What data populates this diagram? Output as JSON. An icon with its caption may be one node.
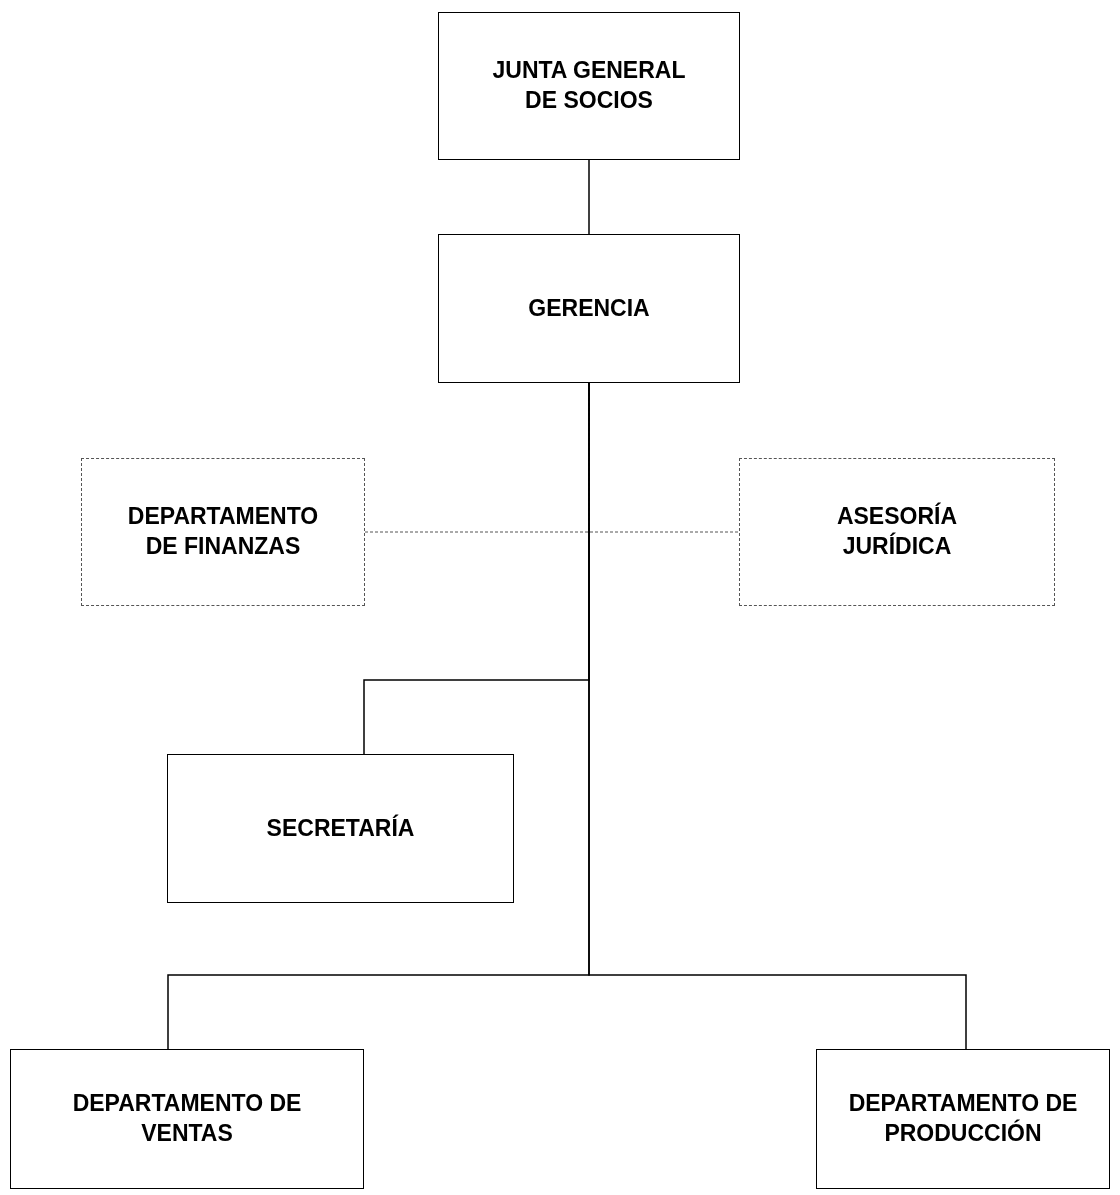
{
  "diagram": {
    "nodes": [
      {
        "text": [
          "JUNTA GENERAL DE SOCIOS"
        ]
      },
      {
        "text": [
          "GERENCIA"
        ]
      },
      {
        "text": [
          "DEPARTAMENTO DE FINANZAS"
        ]
      },
      {
        "text": [
          "ASESORÍA JURÍDICA"
        ]
      },
      {
        "text": [
          "SECRETARÍA"
        ]
      },
      {
        "text": [
          "DEPARTAMENTO DE VENTAS"
        ]
      },
      {
        "text": [
          "DEPARTAMENTO DE PRODUCCIÓN"
        ]
      }
    ],
    "edges": [
      {
        "from": 0,
        "to": 1,
        "arrow": "none"
      },
      {
        "from": 1,
        "to": 2,
        "arrow": "none",
        "style": "dashed"
      },
      {
        "from": 1,
        "to": 3,
        "arrow": "none",
        "style": "dashed"
      },
      {
        "from": 1,
        "to": 4,
        "arrow": "none"
      },
      {
        "from": 1,
        "to": 5,
        "arrow": "none"
      },
      {
        "from": 1,
        "to": 6,
        "arrow": "none"
      }
    ]
  }
}
